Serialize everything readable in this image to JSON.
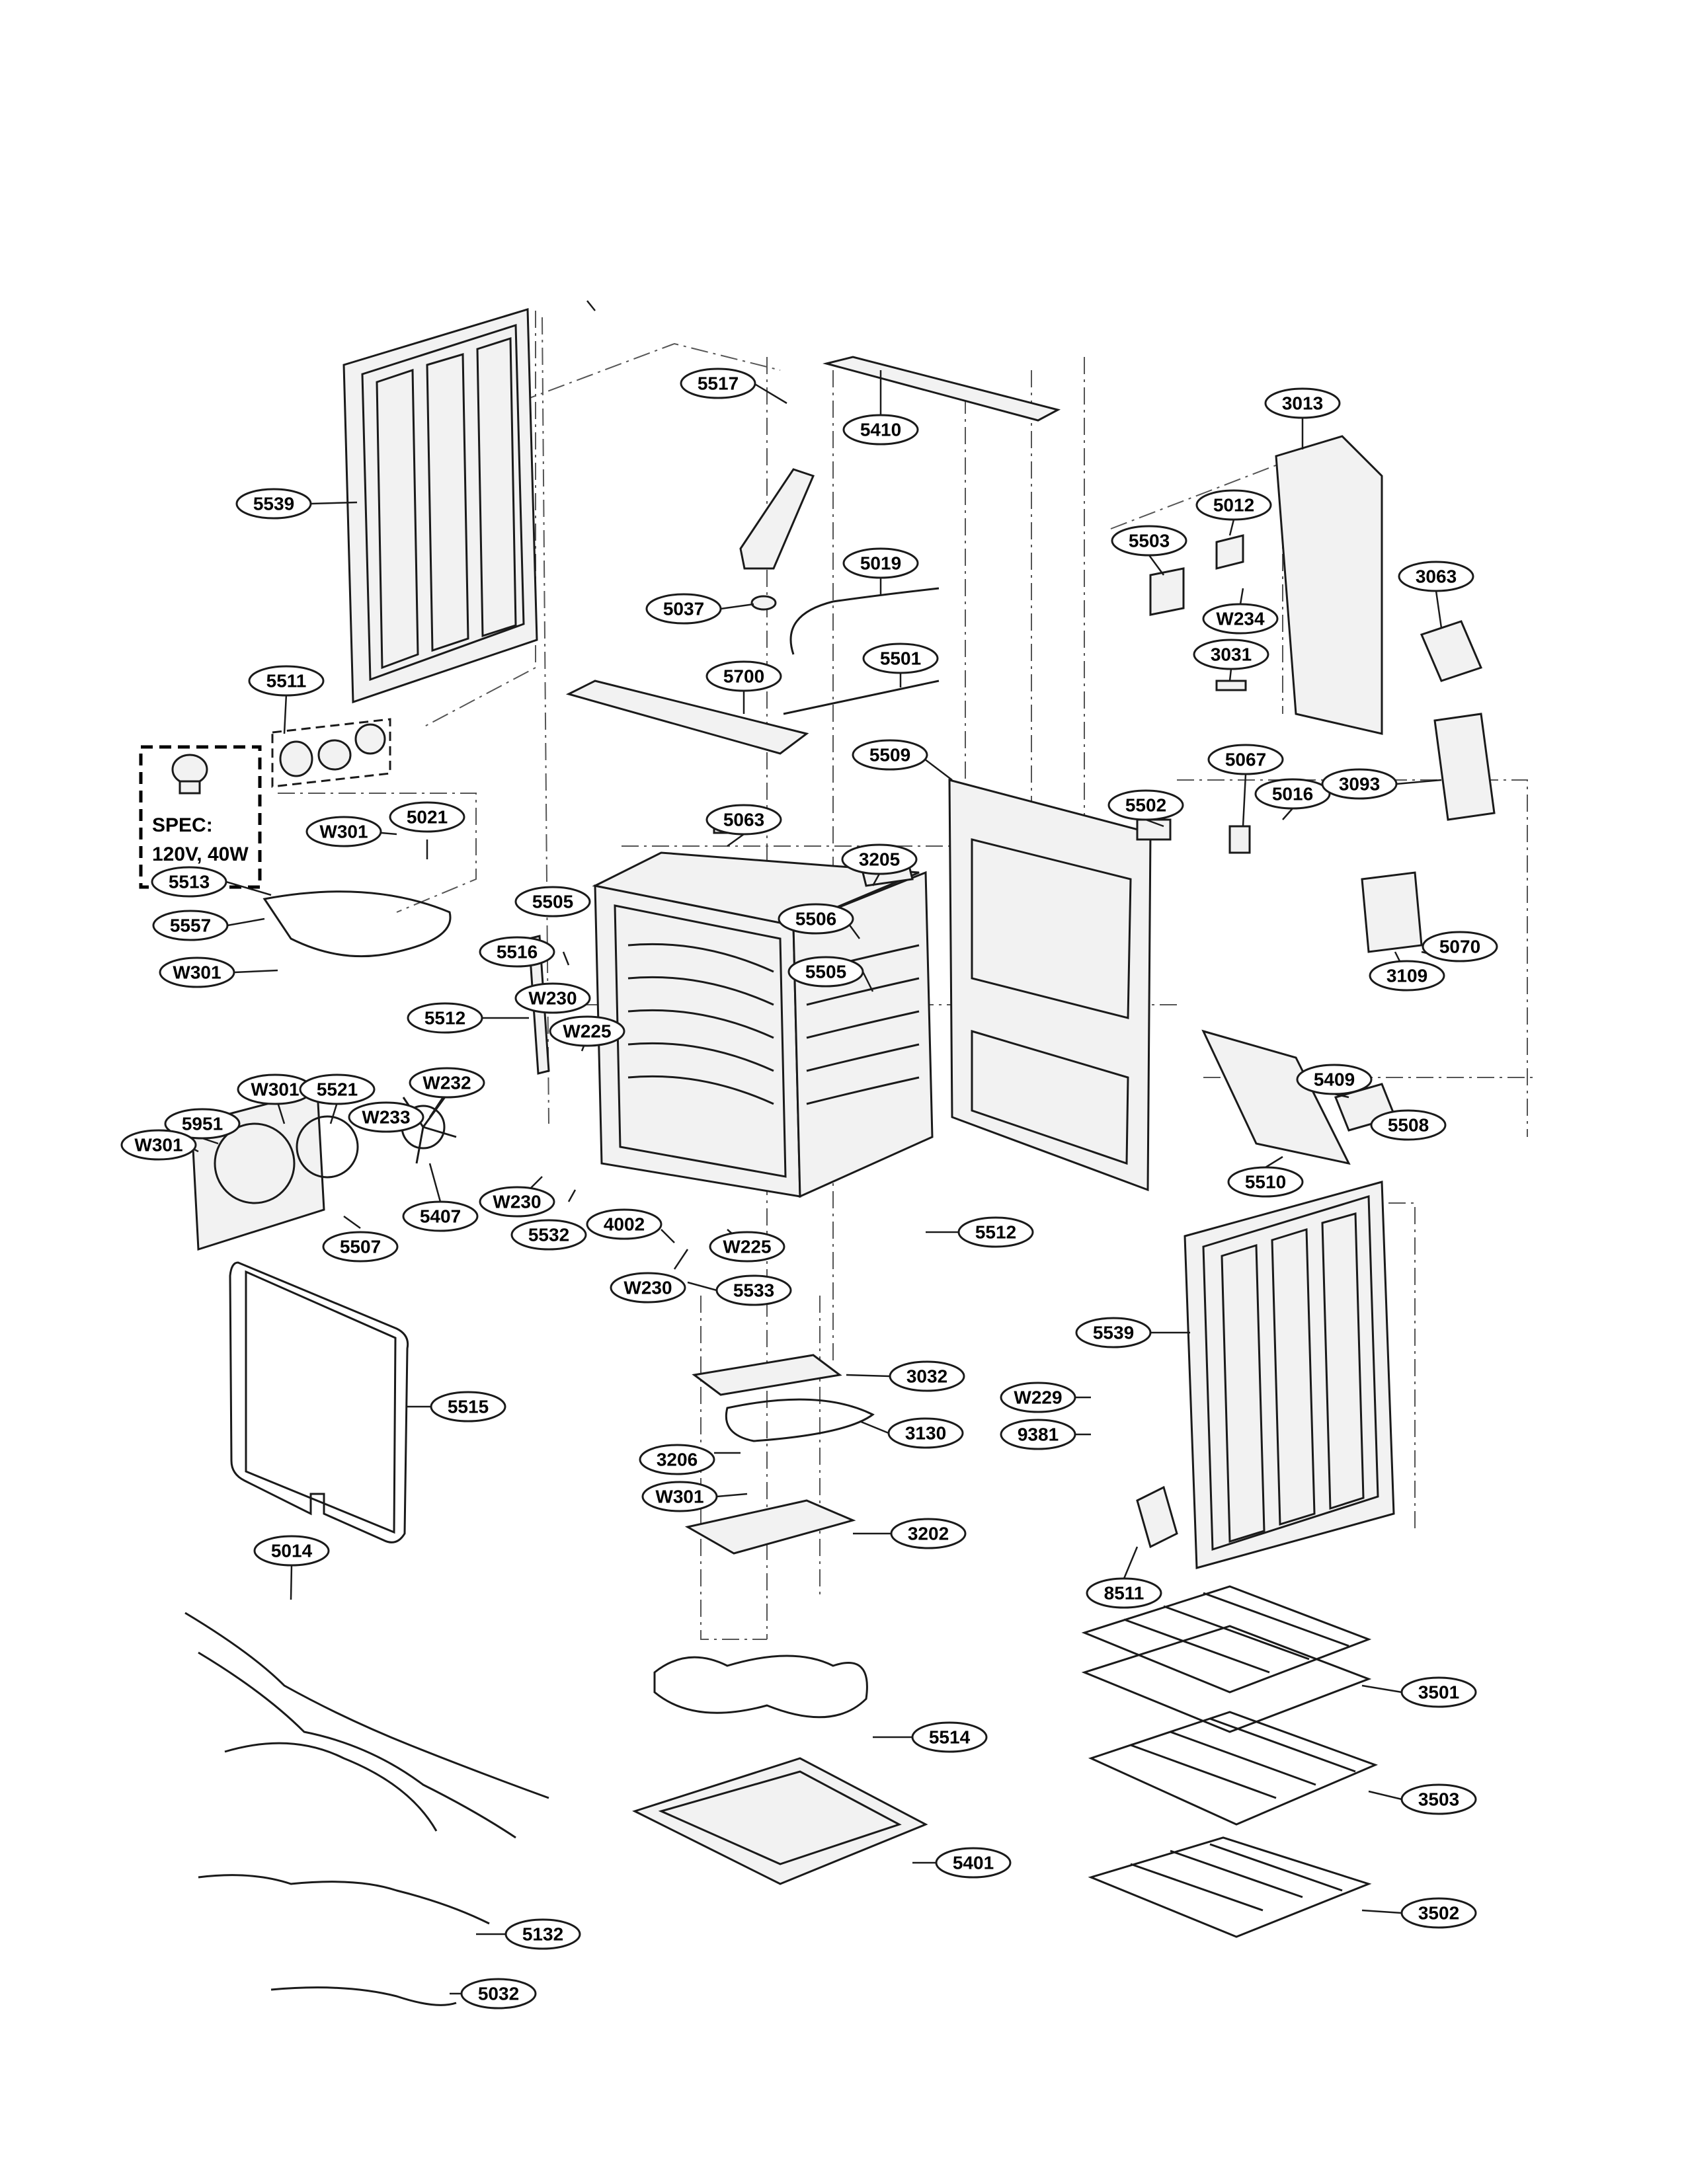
{
  "spec": {
    "line1": "SPEC:",
    "line2": "120V, 40W"
  },
  "callouts": [
    {
      "id": "5539a",
      "label": "5539"
    },
    {
      "id": "5511",
      "label": "5511"
    },
    {
      "id": "w301a",
      "label": "W301"
    },
    {
      "id": "5021",
      "label": "5021"
    },
    {
      "id": "5513",
      "label": "5513"
    },
    {
      "id": "5557",
      "label": "5557"
    },
    {
      "id": "w301b",
      "label": "W301"
    },
    {
      "id": "5951",
      "label": "5951"
    },
    {
      "id": "w301c",
      "label": "W301"
    },
    {
      "id": "w301d",
      "label": "W301"
    },
    {
      "id": "5521",
      "label": "5521"
    },
    {
      "id": "w233",
      "label": "W233"
    },
    {
      "id": "w232",
      "label": "W232"
    },
    {
      "id": "5407",
      "label": "5407"
    },
    {
      "id": "5507",
      "label": "5507"
    },
    {
      "id": "5515",
      "label": "5515"
    },
    {
      "id": "5014",
      "label": "5014"
    },
    {
      "id": "5132",
      "label": "5132"
    },
    {
      "id": "5032",
      "label": "5032"
    },
    {
      "id": "5410",
      "label": "5410"
    },
    {
      "id": "5517",
      "label": "5517"
    },
    {
      "id": "5019",
      "label": "5019"
    },
    {
      "id": "5037",
      "label": "5037"
    },
    {
      "id": "5501",
      "label": "5501"
    },
    {
      "id": "5700",
      "label": "5700"
    },
    {
      "id": "5063",
      "label": "5063"
    },
    {
      "id": "3205",
      "label": "3205"
    },
    {
      "id": "5506",
      "label": "5506"
    },
    {
      "id": "5505a",
      "label": "5505"
    },
    {
      "id": "5516",
      "label": "5516"
    },
    {
      "id": "w230a",
      "label": "W230"
    },
    {
      "id": "5512a",
      "label": "5512"
    },
    {
      "id": "5505b",
      "label": "5505"
    },
    {
      "id": "w225a",
      "label": "W225"
    },
    {
      "id": "w230b",
      "label": "W230"
    },
    {
      "id": "5532",
      "label": "5532"
    },
    {
      "id": "4002",
      "label": "4002"
    },
    {
      "id": "w225b",
      "label": "W225"
    },
    {
      "id": "w230c",
      "label": "W230"
    },
    {
      "id": "5533",
      "label": "5533"
    },
    {
      "id": "5512b",
      "label": "5512"
    },
    {
      "id": "3032",
      "label": "3032"
    },
    {
      "id": "3130",
      "label": "3130"
    },
    {
      "id": "3206",
      "label": "3206"
    },
    {
      "id": "w301e",
      "label": "W301"
    },
    {
      "id": "3202",
      "label": "3202"
    },
    {
      "id": "5514",
      "label": "5514"
    },
    {
      "id": "5401",
      "label": "5401"
    },
    {
      "id": "5509",
      "label": "5509"
    },
    {
      "id": "5502",
      "label": "5502"
    },
    {
      "id": "5067",
      "label": "5067"
    },
    {
      "id": "5016",
      "label": "5016"
    },
    {
      "id": "5503",
      "label": "5503"
    },
    {
      "id": "5012",
      "label": "5012"
    },
    {
      "id": "w234",
      "label": "W234"
    },
    {
      "id": "3013",
      "label": "3013"
    },
    {
      "id": "3063",
      "label": "3063"
    },
    {
      "id": "3031",
      "label": "3031"
    },
    {
      "id": "3093",
      "label": "3093"
    },
    {
      "id": "5070",
      "label": "5070"
    },
    {
      "id": "3109",
      "label": "3109"
    },
    {
      "id": "5409",
      "label": "5409"
    },
    {
      "id": "5508",
      "label": "5508"
    },
    {
      "id": "5510",
      "label": "5510"
    },
    {
      "id": "5539b",
      "label": "5539"
    },
    {
      "id": "w229",
      "label": "W229"
    },
    {
      "id": "9381",
      "label": "9381"
    },
    {
      "id": "8511",
      "label": "8511"
    },
    {
      "id": "3501",
      "label": "3501"
    },
    {
      "id": "3503",
      "label": "3503"
    },
    {
      "id": "3502",
      "label": "3502"
    }
  ]
}
